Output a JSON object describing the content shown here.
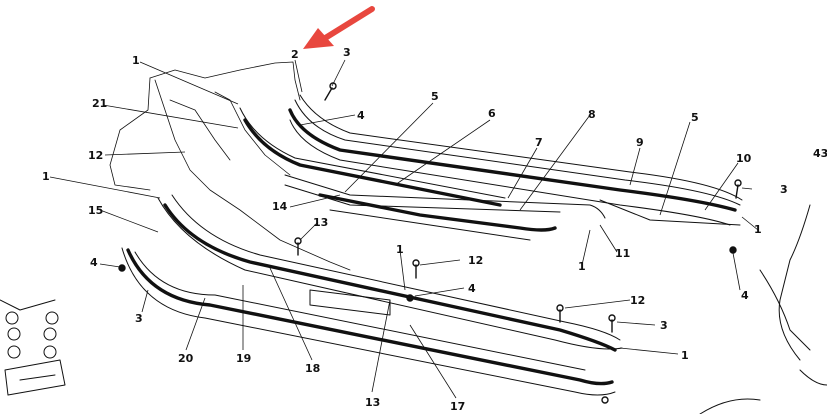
{
  "callouts": {
    "c2": "2",
    "c3_top": "3",
    "c1_top": "1",
    "c21": "21",
    "c4_top": "4",
    "c5_left": "5",
    "c6": "6",
    "c8": "8",
    "c9": "9",
    "c5_right": "5",
    "c7": "7",
    "c10": "10",
    "c43": "43",
    "c12_left": "12",
    "c1_left": "1",
    "c3_right": "3",
    "c1_right": "1",
    "c14": "14",
    "c15": "15",
    "c13_mid": "13",
    "c11": "11",
    "c4_left": "4",
    "c1_mid": "1",
    "c12_mid": "12",
    "c4_mid": "4",
    "c4_right": "4",
    "c1_mid2": "1",
    "c12_low": "12",
    "c3_left": "3",
    "c3_low": "3",
    "c1_low": "1",
    "c20": "20",
    "c19": "19",
    "c18": "18",
    "c13_low": "13",
    "c17": "17"
  },
  "colors": {
    "arrow": "#e8473e",
    "ink": "#111111"
  }
}
